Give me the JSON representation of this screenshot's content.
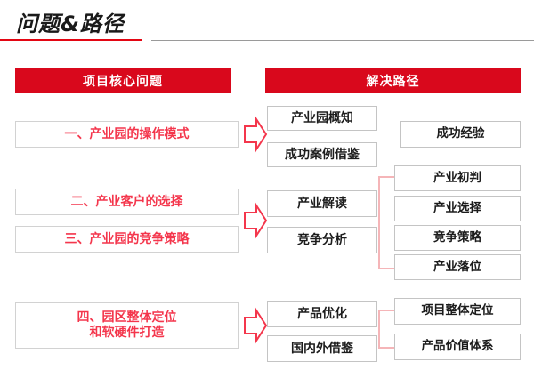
{
  "slide": {
    "title": "问题&路径",
    "accent_red": "#d9081c",
    "issue_text_red": "#f4364c",
    "bracket_pink": "#f5b5b8",
    "rule_red": "#e30613",
    "rule_grey": "#9a9a9a"
  },
  "columns": {
    "left_header": "项目核心问题",
    "right_header": "解决路径"
  },
  "issues": [
    {
      "label": "一、产业园的操作模式"
    },
    {
      "label": "二、产业客户的选择"
    },
    {
      "label": "三、产业园的竞争策略"
    },
    {
      "line1": "四、园区整体定位",
      "line2": "和软硬件打造"
    }
  ],
  "paths_middle": [
    {
      "label": "产业园概知"
    },
    {
      "label": "成功案例借鉴"
    },
    {
      "label": "产业解读"
    },
    {
      "label": "竞争分析"
    },
    {
      "label": "产品优化"
    },
    {
      "label": "国内外借鉴"
    }
  ],
  "paths_right": [
    {
      "label": "成功经验"
    },
    {
      "label": "产业初判"
    },
    {
      "label": "产业选择"
    },
    {
      "label": "竞争策略"
    },
    {
      "label": "产业落位"
    },
    {
      "label": "项目整体定位"
    },
    {
      "label": "产品价值体系"
    }
  ],
  "icons": {
    "arrow_right": "block-arrow-right-icon",
    "bracket": "bracket-connector-icon"
  }
}
